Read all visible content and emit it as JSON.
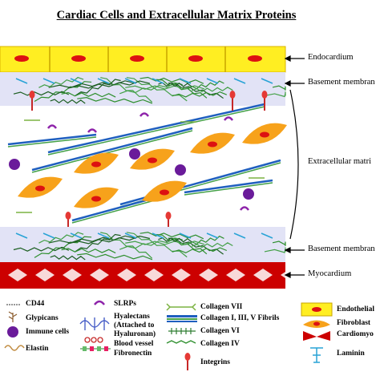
{
  "title": "Cardiac Cells and Extracellular Matrix Proteins",
  "layers": {
    "endocardium": "Endocardium",
    "basement_top": "Basement membran",
    "ecm": "Extracellular matri",
    "basement_bottom": "Basement membran",
    "myocardium": "Myocardium"
  },
  "legend": {
    "col1": [
      "CD44",
      "Glypicans",
      "Immune cells",
      "Elastin"
    ],
    "col2": [
      "SLRPs",
      "Hyalectans",
      "(Attached to",
      "Hyaluronan)",
      "Blood vessel",
      "Fibronectin"
    ],
    "col3": [
      "Collagen VII",
      "Collagen I, III, V Fibrils",
      "Collagen VI",
      "Collagen IV",
      "Integrins"
    ],
    "col4": [
      "Endothelial",
      "Fibroblast",
      "Cardiomyo",
      "Laminin"
    ]
  },
  "colors": {
    "endothelial_yellow": "#ffee22",
    "nucleus_red": "#dd1111",
    "basement_lavender": "#e2e3f6",
    "collagen_iv_green": "#2e8f2e",
    "collagen_fibril_blue": "#1f5fbf",
    "fibroblast_orange": "#f7a21b",
    "myocardium_red": "#cc0000",
    "immune_purple": "#6a1b9a",
    "laminin_blue": "#29a3d6",
    "bracket": "#000000"
  }
}
